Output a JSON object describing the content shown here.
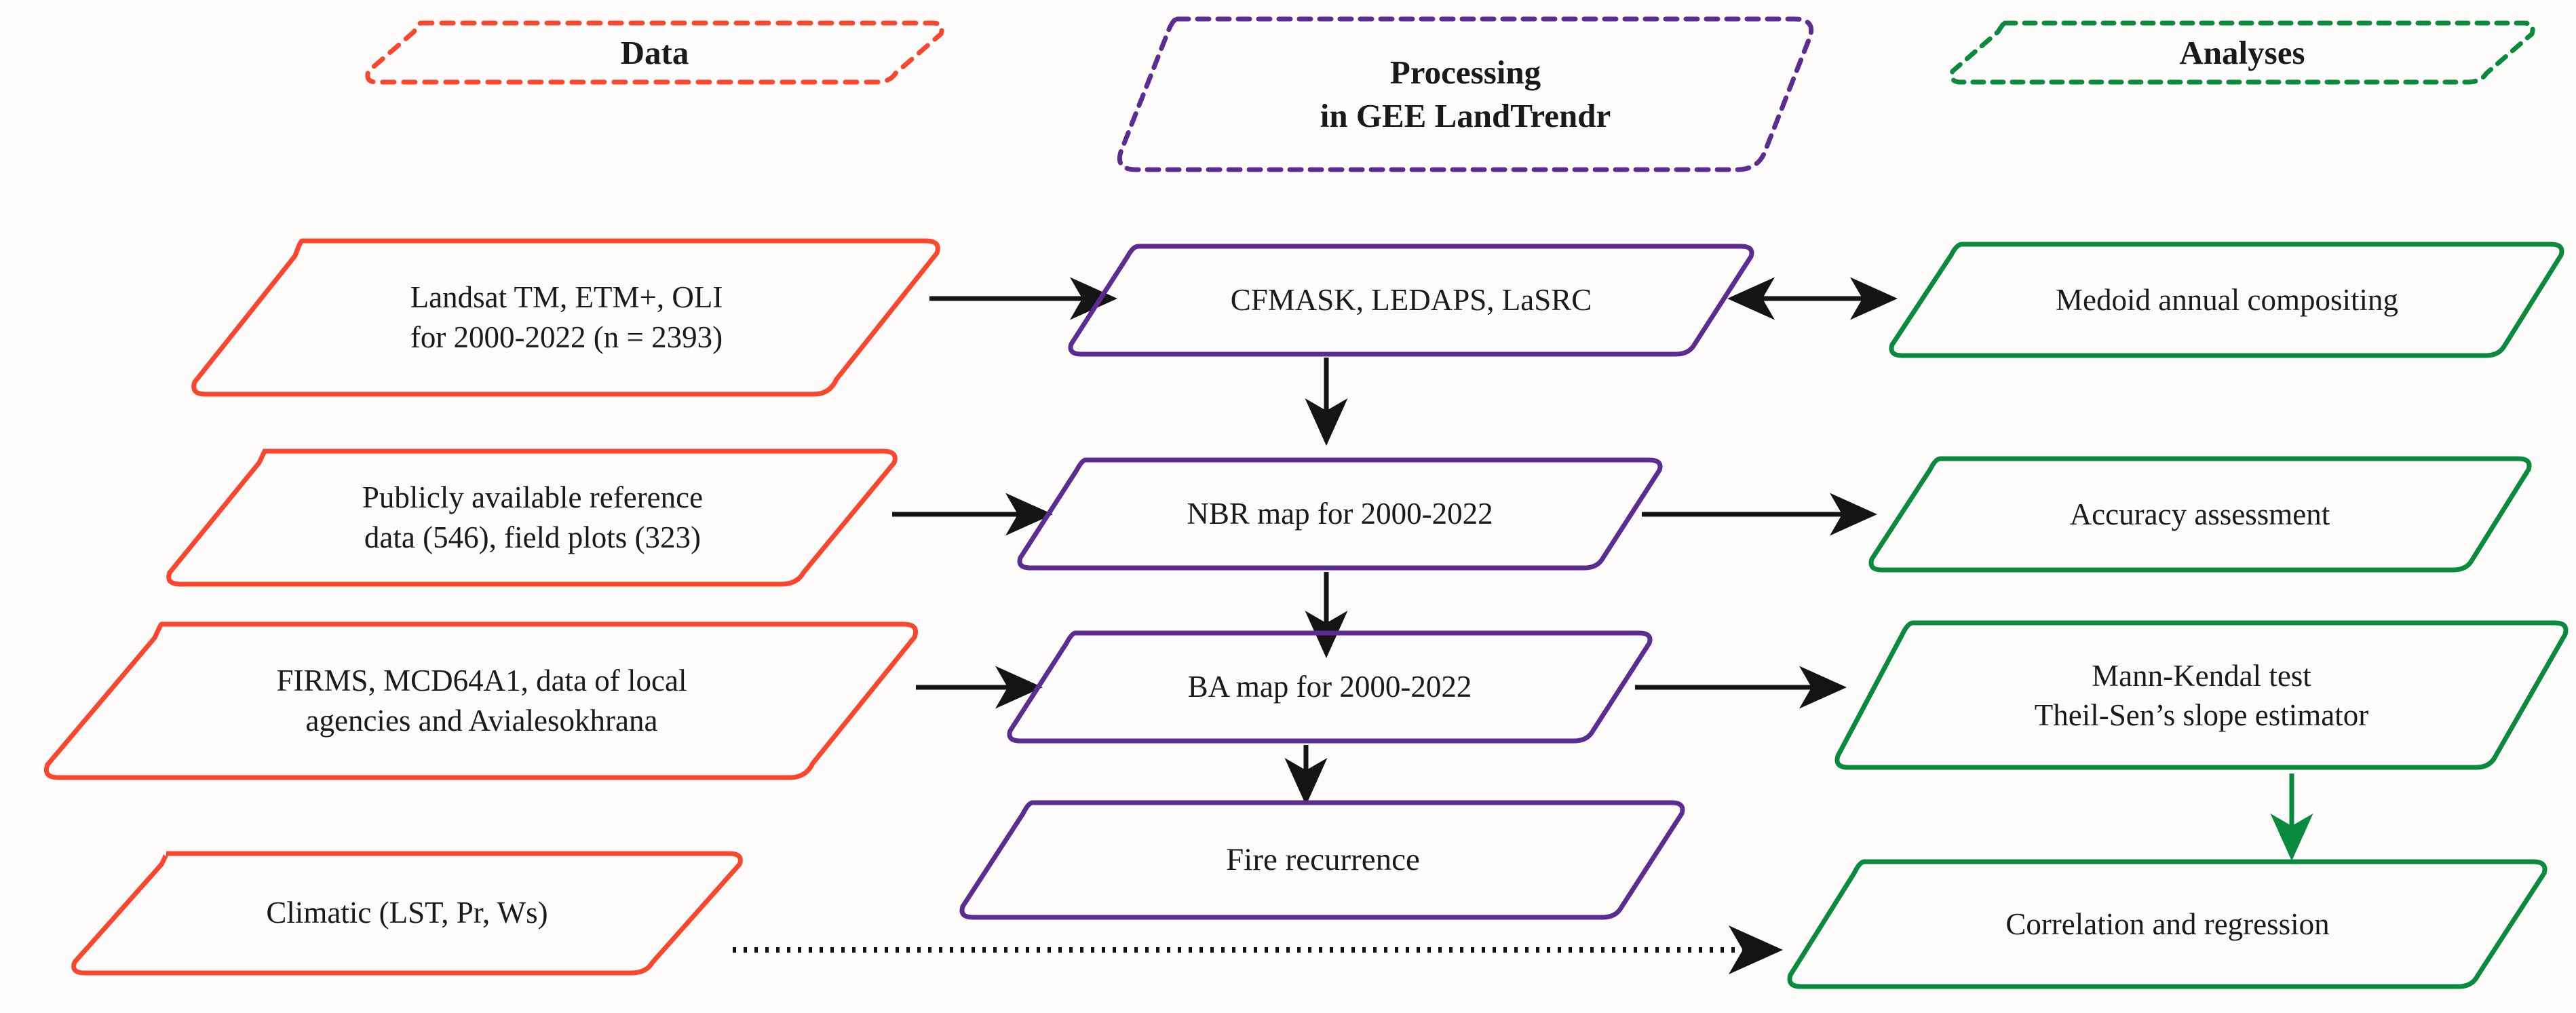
{
  "colors": {
    "data_red": "#f9462f",
    "processing_purple": "#5b2d91",
    "analyses_green": "#0a8a3c",
    "arrow_black": "#141414",
    "background": "#fdfcfa"
  },
  "columns": [
    {
      "id": "data",
      "header": "Data"
    },
    {
      "id": "processing",
      "header": "Processing\nin GEE LandTrendr"
    },
    {
      "id": "analyses",
      "header": "Analyses"
    }
  ],
  "nodes": {
    "data": [
      {
        "id": "landsat",
        "label": "Landsat TM, ETM+, OLI\nfor 2000-2022 (n = 2393)"
      },
      {
        "id": "reference",
        "label": "Publicly available reference\ndata (546), field plots (323)"
      },
      {
        "id": "firms",
        "label": "FIRMS, MCD64A1, data of local\nagencies and Avialesokhrana"
      },
      {
        "id": "climatic",
        "label": "Climatic (LST, Pr, Ws)"
      }
    ],
    "processing": [
      {
        "id": "cfmask",
        "label": "CFMASK, LEDAPS, LaSRC"
      },
      {
        "id": "nbr",
        "label": "NBR map for 2000-2022"
      },
      {
        "id": "ba",
        "label": "BA map for 2000-2022"
      },
      {
        "id": "firerec",
        "label": "Fire recurrence"
      }
    ],
    "analyses": [
      {
        "id": "medoid",
        "label": "Medoid annual compositing"
      },
      {
        "id": "accuracy",
        "label": "Accuracy assessment"
      },
      {
        "id": "mannkendal",
        "label": "Mann-Kendal test\nTheil-Sen’s slope estimator"
      },
      {
        "id": "correlation",
        "label": "Correlation and regression"
      }
    ]
  },
  "connectors": [
    {
      "id": "landsat-to-cfmask",
      "from": "landsat",
      "to": "cfmask",
      "style": "solid",
      "color": "#141414",
      "arrow": "end"
    },
    {
      "id": "cfmask-to-medoid",
      "from": "cfmask",
      "to": "medoid",
      "style": "solid",
      "color": "#141414",
      "arrow": "both"
    },
    {
      "id": "cfmask-to-nbr",
      "from": "cfmask",
      "to": "nbr",
      "style": "solid",
      "color": "#141414",
      "arrow": "end"
    },
    {
      "id": "reference-to-nbr",
      "from": "reference",
      "to": "nbr",
      "style": "solid",
      "color": "#141414",
      "arrow": "end"
    },
    {
      "id": "nbr-to-accuracy",
      "from": "nbr",
      "to": "accuracy",
      "style": "solid",
      "color": "#141414",
      "arrow": "end"
    },
    {
      "id": "nbr-to-ba",
      "from": "nbr",
      "to": "ba",
      "style": "solid",
      "color": "#141414",
      "arrow": "end"
    },
    {
      "id": "firms-to-ba",
      "from": "firms",
      "to": "ba",
      "style": "solid",
      "color": "#141414",
      "arrow": "end"
    },
    {
      "id": "ba-to-mannkendal",
      "from": "ba",
      "to": "mannkendal",
      "style": "solid",
      "color": "#141414",
      "arrow": "end"
    },
    {
      "id": "ba-to-firerec",
      "from": "ba",
      "to": "firerec",
      "style": "solid",
      "color": "#141414",
      "arrow": "end"
    },
    {
      "id": "mannkendal-to-correlation",
      "from": "mannkendal",
      "to": "correlation",
      "style": "solid",
      "color": "#0a8a3c",
      "arrow": "end"
    },
    {
      "id": "climatic-to-correlation",
      "from": "climatic",
      "to": "correlation",
      "style": "dotted",
      "color": "#141414",
      "arrow": "end"
    }
  ]
}
